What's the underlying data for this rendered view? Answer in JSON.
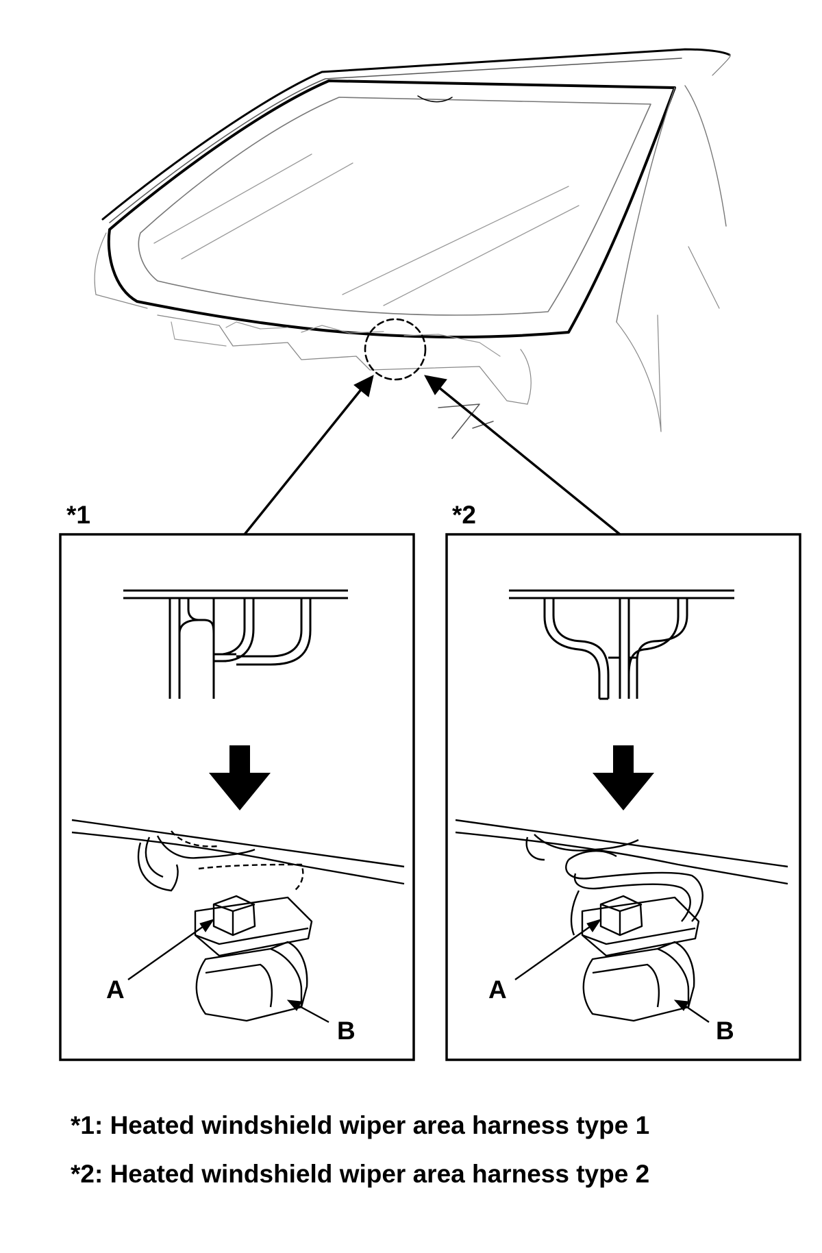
{
  "panels": [
    {
      "marker": "*1",
      "callout_a": "A",
      "callout_b": "B"
    },
    {
      "marker": "*2",
      "callout_a": "A",
      "callout_b": "B"
    }
  ],
  "legend": [
    {
      "text": "*1: Heated windshield wiper area harness type 1"
    },
    {
      "text": "*2: Heated windshield wiper area harness type 2"
    }
  ]
}
